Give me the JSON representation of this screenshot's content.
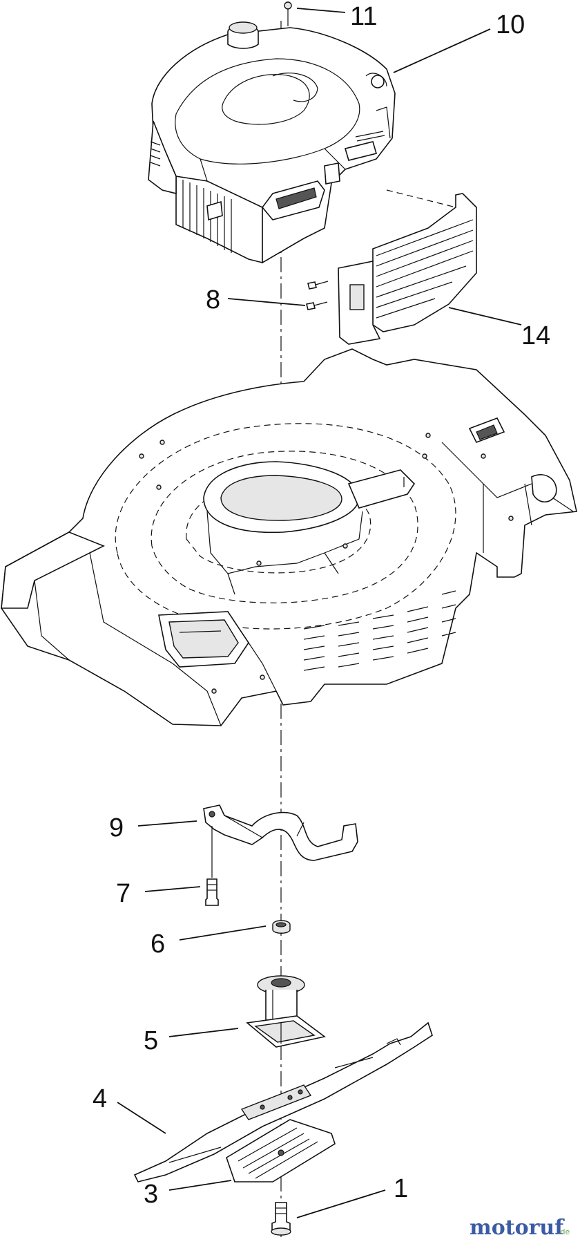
{
  "callouts": {
    "c1": "1",
    "c3": "3",
    "c4": "4",
    "c5": "5",
    "c6": "6",
    "c7": "7",
    "c8": "8",
    "c9": "9",
    "c10": "10",
    "c11": "11",
    "c14": "14"
  },
  "watermark": {
    "text": "motoruf",
    "suffix": ".de"
  },
  "colors": {
    "line": "#111111",
    "background": "#ffffff",
    "watermark_blue": "#3b5ba5",
    "watermark_green": "#6aa84f"
  }
}
